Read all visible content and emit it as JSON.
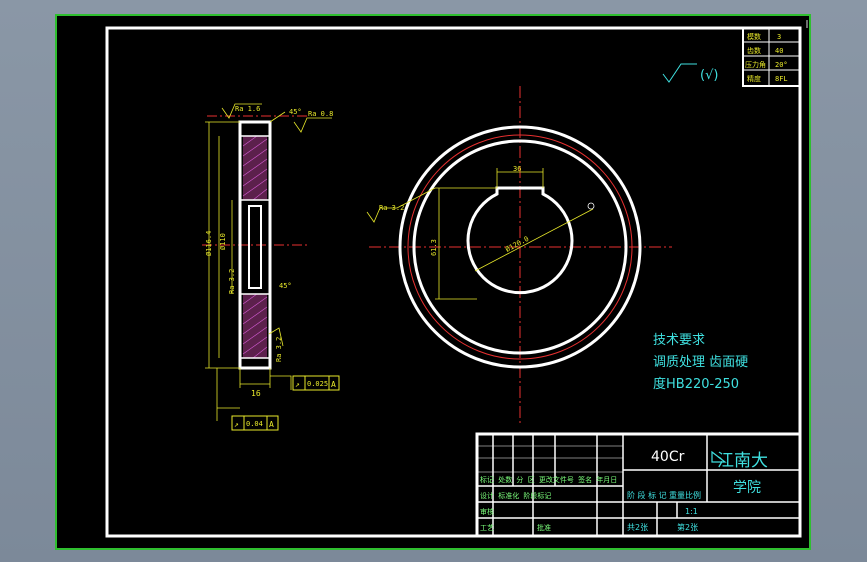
{
  "material": "40Cr",
  "school": {
    "line1": "江南大",
    "line2": "学院"
  },
  "technical_requirements": {
    "title": "技术要求",
    "line1": "调质处理 齿面硬",
    "line2": "度HB220-250"
  },
  "params_table": [
    {
      "label": "模数",
      "value": "3"
    },
    {
      "label": "齿数",
      "value": "40"
    },
    {
      "label": "压力角",
      "value": "20°"
    },
    {
      "label": "精度",
      "value": "8FL"
    }
  ],
  "title_block": {
    "row1": "标记 处数 分 区 更改文件号 签名 年月日",
    "row2": "设计   标准化   阶段标记",
    "cells": [
      "阶 段 标 记",
      "重量",
      "比例",
      "1:1"
    ],
    "sheet_info": [
      "共2张",
      "第2张"
    ],
    "approval": [
      "审核",
      "工艺",
      "批准"
    ]
  },
  "dimensions": {
    "width": "16",
    "keyway": "36",
    "bore": "Ø120.0",
    "phi_a": "Ø116.4",
    "phi_b": "Ø110",
    "hub": "61.3",
    "chamfer": "45°",
    "ra1": "Ra 1.6",
    "ra2": "Ra 3.2",
    "ra3": "Ra 0.8",
    "tol1": "0.025",
    "tol2": "0.04",
    "datum": "A",
    "rough": "(√)"
  }
}
